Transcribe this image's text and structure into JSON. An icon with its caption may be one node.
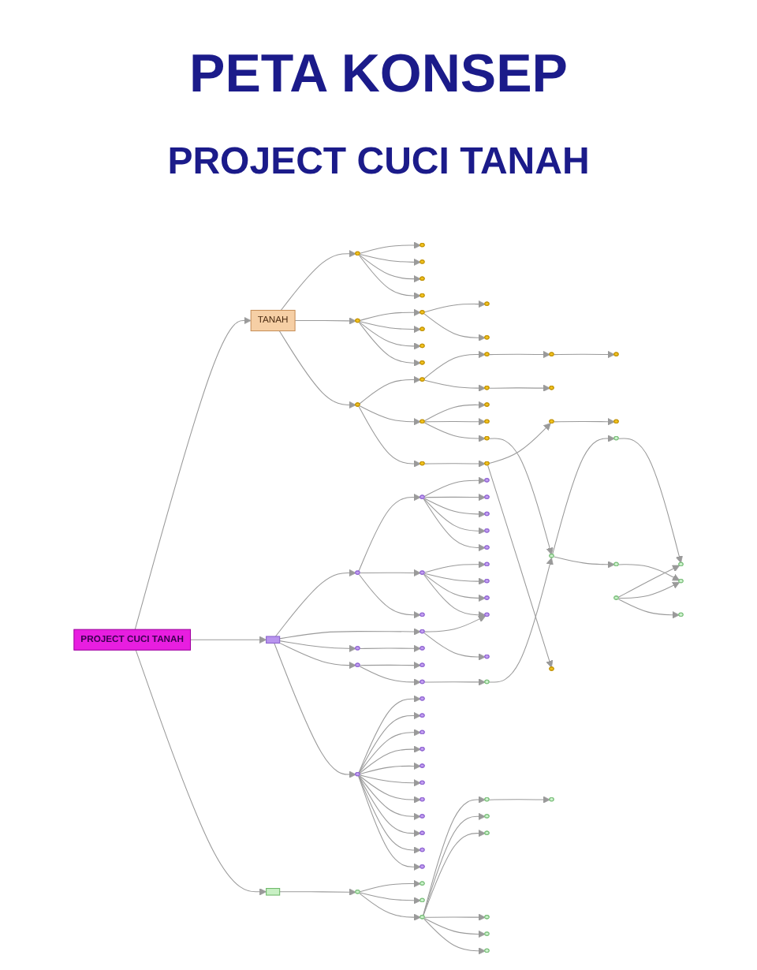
{
  "diagram": {
    "title": "PETA KONSEP",
    "labels": [
      "PROJECT CUCI TANAH"
    ],
    "nodes": [
      {
        "text": [
          "PROJECT CUCI TANAH"
        ]
      },
      {
        "text": [
          "TANAH"
        ]
      },
      {
        "text": [],
        "shape": "box"
      },
      {
        "text": [],
        "shape": "box"
      },
      {
        "text": [],
        "shape": "ellipse"
      },
      {
        "text": [],
        "shape": "ellipse"
      },
      {
        "text": [],
        "shape": "ellipse"
      },
      {
        "text": [],
        "shape": "ellipse"
      },
      {
        "text": [],
        "shape": "ellipse"
      },
      {
        "text": [],
        "shape": "ellipse"
      },
      {
        "text": [],
        "shape": "ellipse"
      },
      {
        "text": [],
        "shape": "ellipse"
      },
      {
        "text": [],
        "shape": "ellipse"
      },
      {
        "text": [],
        "shape": "ellipse"
      },
      {
        "text": [],
        "shape": "ellipse"
      },
      {
        "text": [],
        "shape": "ellipse"
      },
      {
        "text": [],
        "shape": "ellipse"
      },
      {
        "text": [],
        "shape": "ellipse"
      },
      {
        "text": [],
        "shape": "ellipse"
      },
      {
        "text": [],
        "shape": "ellipse"
      },
      {
        "text": [],
        "shape": "ellipse"
      },
      {
        "text": [],
        "shape": "ellipse"
      },
      {
        "text": [],
        "shape": "ellipse"
      },
      {
        "text": [],
        "shape": "ellipse"
      },
      {
        "text": [],
        "shape": "ellipse"
      },
      {
        "text": [],
        "shape": "ellipse"
      },
      {
        "text": [],
        "shape": "ellipse"
      },
      {
        "text": [],
        "shape": "ellipse"
      },
      {
        "text": [],
        "shape": "ellipse"
      },
      {
        "text": [],
        "shape": "ellipse"
      },
      {
        "text": [],
        "shape": "ellipse"
      },
      {
        "text": [],
        "shape": "ellipse"
      },
      {
        "text": [],
        "shape": "ellipse"
      },
      {
        "text": [],
        "shape": "ellipse"
      },
      {
        "text": [],
        "shape": "ellipse"
      },
      {
        "text": [],
        "shape": "ellipse"
      },
      {
        "text": [],
        "shape": "ellipse"
      },
      {
        "text": [],
        "shape": "ellipse"
      },
      {
        "text": [],
        "shape": "ellipse"
      },
      {
        "text": [],
        "shape": "ellipse"
      },
      {
        "text": [],
        "shape": "ellipse"
      },
      {
        "text": [],
        "shape": "ellipse"
      },
      {
        "text": [],
        "shape": "ellipse"
      },
      {
        "text": [],
        "shape": "ellipse"
      },
      {
        "text": [],
        "shape": "ellipse"
      },
      {
        "text": [],
        "shape": "ellipse"
      },
      {
        "text": [],
        "shape": "ellipse"
      },
      {
        "text": [],
        "shape": "ellipse"
      },
      {
        "text": [],
        "shape": "ellipse"
      },
      {
        "text": [],
        "shape": "ellipse"
      },
      {
        "text": [],
        "shape": "ellipse"
      },
      {
        "text": [],
        "shape": "ellipse"
      },
      {
        "text": [],
        "shape": "ellipse"
      },
      {
        "text": [],
        "shape": "ellipse"
      },
      {
        "text": [],
        "shape": "ellipse"
      },
      {
        "text": [],
        "shape": "ellipse"
      },
      {
        "text": [],
        "shape": "ellipse"
      },
      {
        "text": [],
        "shape": "ellipse"
      },
      {
        "text": [],
        "shape": "ellipse"
      },
      {
        "text": [],
        "shape": "ellipse"
      },
      {
        "text": [],
        "shape": "ellipse"
      },
      {
        "text": [],
        "shape": "ellipse"
      },
      {
        "text": [],
        "shape": "ellipse"
      },
      {
        "text": [],
        "shape": "ellipse"
      },
      {
        "text": [],
        "shape": "ellipse"
      },
      {
        "text": [],
        "shape": "ellipse"
      },
      {
        "text": [],
        "shape": "ellipse"
      },
      {
        "text": [],
        "shape": "ellipse"
      },
      {
        "text": [],
        "shape": "ellipse"
      },
      {
        "text": [],
        "shape": "ellipse"
      },
      {
        "text": [],
        "shape": "ellipse"
      },
      {
        "text": [],
        "shape": "ellipse"
      },
      {
        "text": [],
        "shape": "ellipse"
      },
      {
        "text": [],
        "shape": "ellipse"
      },
      {
        "text": [],
        "shape": "ellipse"
      },
      {
        "text": [],
        "shape": "ellipse"
      },
      {
        "text": [],
        "shape": "ellipse"
      },
      {
        "text": [],
        "shape": "ellipse"
      },
      {
        "text": [],
        "shape": "ellipse"
      },
      {
        "text": [],
        "shape": "ellipse"
      },
      {
        "text": [],
        "shape": "ellipse"
      },
      {
        "text": [],
        "shape": "ellipse"
      },
      {
        "text": [],
        "shape": "ellipse"
      }
    ],
    "edges": [
      {
        "from": 0,
        "to": 1,
        "arrow": "to"
      },
      {
        "from": 0,
        "to": 2,
        "arrow": "to"
      },
      {
        "from": 0,
        "to": 3,
        "arrow": "to"
      },
      {
        "from": 2,
        "to": 15,
        "arrow": "to"
      },
      {
        "from": 15,
        "to": 4,
        "arrow": "to"
      },
      {
        "from": 15,
        "to": 10,
        "arrow": "to"
      },
      {
        "from": 15,
        "to": 16,
        "arrow": "to"
      },
      {
        "from": 4,
        "to": 5,
        "arrow": "to"
      },
      {
        "from": 4,
        "to": 6,
        "arrow": "to"
      },
      {
        "from": 4,
        "to": 7,
        "arrow": "to"
      },
      {
        "from": 4,
        "to": 8,
        "arrow": "to"
      },
      {
        "from": 4,
        "to": 11,
        "arrow": "to"
      },
      {
        "from": 10,
        "to": 9,
        "arrow": "to"
      },
      {
        "from": 10,
        "to": 12,
        "arrow": "to"
      },
      {
        "from": 10,
        "to": 13,
        "arrow": "to"
      },
      {
        "from": 10,
        "to": 14,
        "arrow": "to"
      },
      {
        "from": 2,
        "to": 17,
        "arrow": "to"
      },
      {
        "from": 17,
        "to": 14,
        "arrow": "to"
      },
      {
        "from": 17,
        "to": 18,
        "arrow": "to"
      },
      {
        "from": 2,
        "to": 19,
        "arrow": "to"
      },
      {
        "from": 19,
        "to": 23,
        "arrow": "to"
      },
      {
        "from": 2,
        "to": 20,
        "arrow": "to"
      },
      {
        "from": 20,
        "to": 21,
        "arrow": "to"
      },
      {
        "from": 20,
        "to": 22,
        "arrow": "to"
      },
      {
        "from": 2,
        "to": 24,
        "arrow": "to"
      },
      {
        "from": 24,
        "to": 25,
        "arrow": "to"
      },
      {
        "from": 24,
        "to": 26,
        "arrow": "to"
      },
      {
        "from": 24,
        "to": 27,
        "arrow": "to"
      },
      {
        "from": 24,
        "to": 28,
        "arrow": "to"
      },
      {
        "from": 24,
        "to": 29,
        "arrow": "to"
      },
      {
        "from": 24,
        "to": 30,
        "arrow": "to"
      },
      {
        "from": 24,
        "to": 31,
        "arrow": "to"
      },
      {
        "from": 24,
        "to": 32,
        "arrow": "to"
      },
      {
        "from": 24,
        "to": 33,
        "arrow": "to"
      },
      {
        "from": 24,
        "to": 34,
        "arrow": "to"
      },
      {
        "from": 24,
        "to": 35,
        "arrow": "to"
      },
      {
        "from": 1,
        "to": 43,
        "arrow": "to"
      },
      {
        "from": 1,
        "to": 45,
        "arrow": "to"
      },
      {
        "from": 1,
        "to": 49,
        "arrow": "to"
      },
      {
        "from": 43,
        "to": 42,
        "arrow": "to"
      },
      {
        "from": 43,
        "to": 46,
        "arrow": "to"
      },
      {
        "from": 43,
        "to": 36,
        "arrow": "to"
      },
      {
        "from": 43,
        "to": 37,
        "arrow": "to"
      },
      {
        "from": 45,
        "to": 40,
        "arrow": "to"
      },
      {
        "from": 40,
        "to": 38,
        "arrow": "to"
      },
      {
        "from": 40,
        "to": 39,
        "arrow": "to"
      },
      {
        "from": 45,
        "to": 41,
        "arrow": "to"
      },
      {
        "from": 45,
        "to": 44,
        "arrow": "to"
      },
      {
        "from": 45,
        "to": 47,
        "arrow": "to"
      },
      {
        "from": 49,
        "to": 48,
        "arrow": "to"
      },
      {
        "from": 48,
        "to": 50,
        "arrow": "to"
      },
      {
        "from": 49,
        "to": 52,
        "arrow": "to"
      },
      {
        "from": 49,
        "to": 53,
        "arrow": "to"
      },
      {
        "from": 53,
        "to": 58,
        "arrow": "to"
      },
      {
        "from": 52,
        "to": 55,
        "arrow": "to"
      },
      {
        "from": 52,
        "to": 59,
        "arrow": "to"
      },
      {
        "from": 52,
        "to": 60,
        "arrow": "to"
      },
      {
        "from": 48,
        "to": 51,
        "arrow": "to"
      },
      {
        "from": 51,
        "to": 54,
        "arrow": "to"
      },
      {
        "from": 58,
        "to": 56,
        "arrow": "to"
      },
      {
        "from": 58,
        "to": 62,
        "arrow": "to"
      },
      {
        "from": 56,
        "to": 61,
        "arrow": "to"
      },
      {
        "from": 50,
        "to": 57,
        "arrow": "to"
      },
      {
        "from": 57,
        "to": 63,
        "arrow": "to"
      },
      {
        "from": 3,
        "to": 67,
        "arrow": "to"
      },
      {
        "from": 67,
        "to": 65,
        "arrow": "to"
      },
      {
        "from": 67,
        "to": 68,
        "arrow": "to"
      },
      {
        "from": 22,
        "to": 64,
        "arrow": "to"
      },
      {
        "from": 64,
        "to": 66,
        "arrow": "to"
      },
      {
        "from": 66,
        "to": 71,
        "arrow": "to"
      },
      {
        "from": 66,
        "to": 69,
        "arrow": "to"
      },
      {
        "from": 67,
        "to": 75,
        "arrow": "to"
      },
      {
        "from": 75,
        "to": 73,
        "arrow": "to"
      },
      {
        "from": 75,
        "to": 74,
        "arrow": "to"
      },
      {
        "from": 75,
        "to": 72,
        "arrow": "to"
      },
      {
        "from": 75,
        "to": 80,
        "arrow": "to"
      },
      {
        "from": 75,
        "to": 81,
        "arrow": "to"
      },
      {
        "from": 75,
        "to": 76,
        "arrow": "to"
      },
      {
        "from": 73,
        "to": 78,
        "arrow": "to"
      },
      {
        "from": 71,
        "to": 77,
        "arrow": "to"
      },
      {
        "from": 69,
        "to": 79,
        "arrow": "to"
      },
      {
        "from": 82,
        "to": 77,
        "arrow": "to"
      },
      {
        "from": 82,
        "to": 79,
        "arrow": "to"
      },
      {
        "from": 82,
        "to": 70,
        "arrow": "to"
      },
      {
        "from": 60,
        "to": 66,
        "arrow": "to"
      }
    ]
  }
}
